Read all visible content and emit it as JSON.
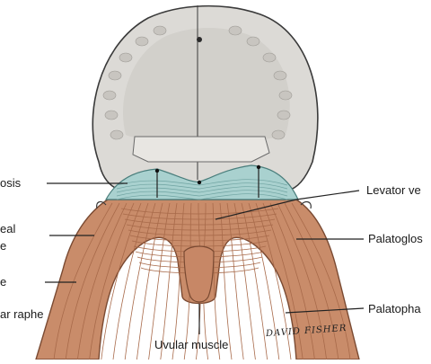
{
  "labels": {
    "aponeurosis": "osis",
    "pharyngeal": "eal",
    "pharyngeal_2": "e",
    "pterygo": "e",
    "raphe": "ar raphe",
    "levator": "Levator ve",
    "palatoglossus": "Palatoglos",
    "palatopharyngeus": "Palatopha",
    "uvular": "Uvular muscle"
  },
  "signature": "DAVID FISHER",
  "colors": {
    "bone": "#dcdad6",
    "bone_shadow": "#bfbcb7",
    "outline": "#3a3a3a",
    "aponeurosis": "#a9d1cf",
    "muscle": "#c98c6a",
    "muscle_dark": "#a86a4a",
    "line": "#222222"
  }
}
